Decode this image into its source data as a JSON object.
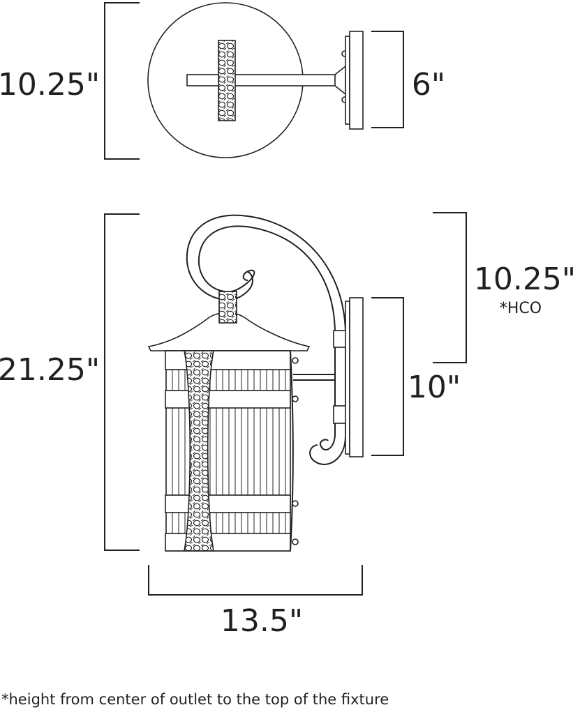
{
  "top_view": {
    "height_label": "10.25\"",
    "depth_label": "6\""
  },
  "front_view": {
    "height_label": "21.25\"",
    "width_label": "13.5\"",
    "hco_label": "10.25\"",
    "hco_note": "*HCO",
    "backplate_label": "10\""
  },
  "footnote": "*height from center of outlet to the top of the fixture",
  "colors": {
    "line": "#231f20",
    "background": "#ffffff"
  }
}
